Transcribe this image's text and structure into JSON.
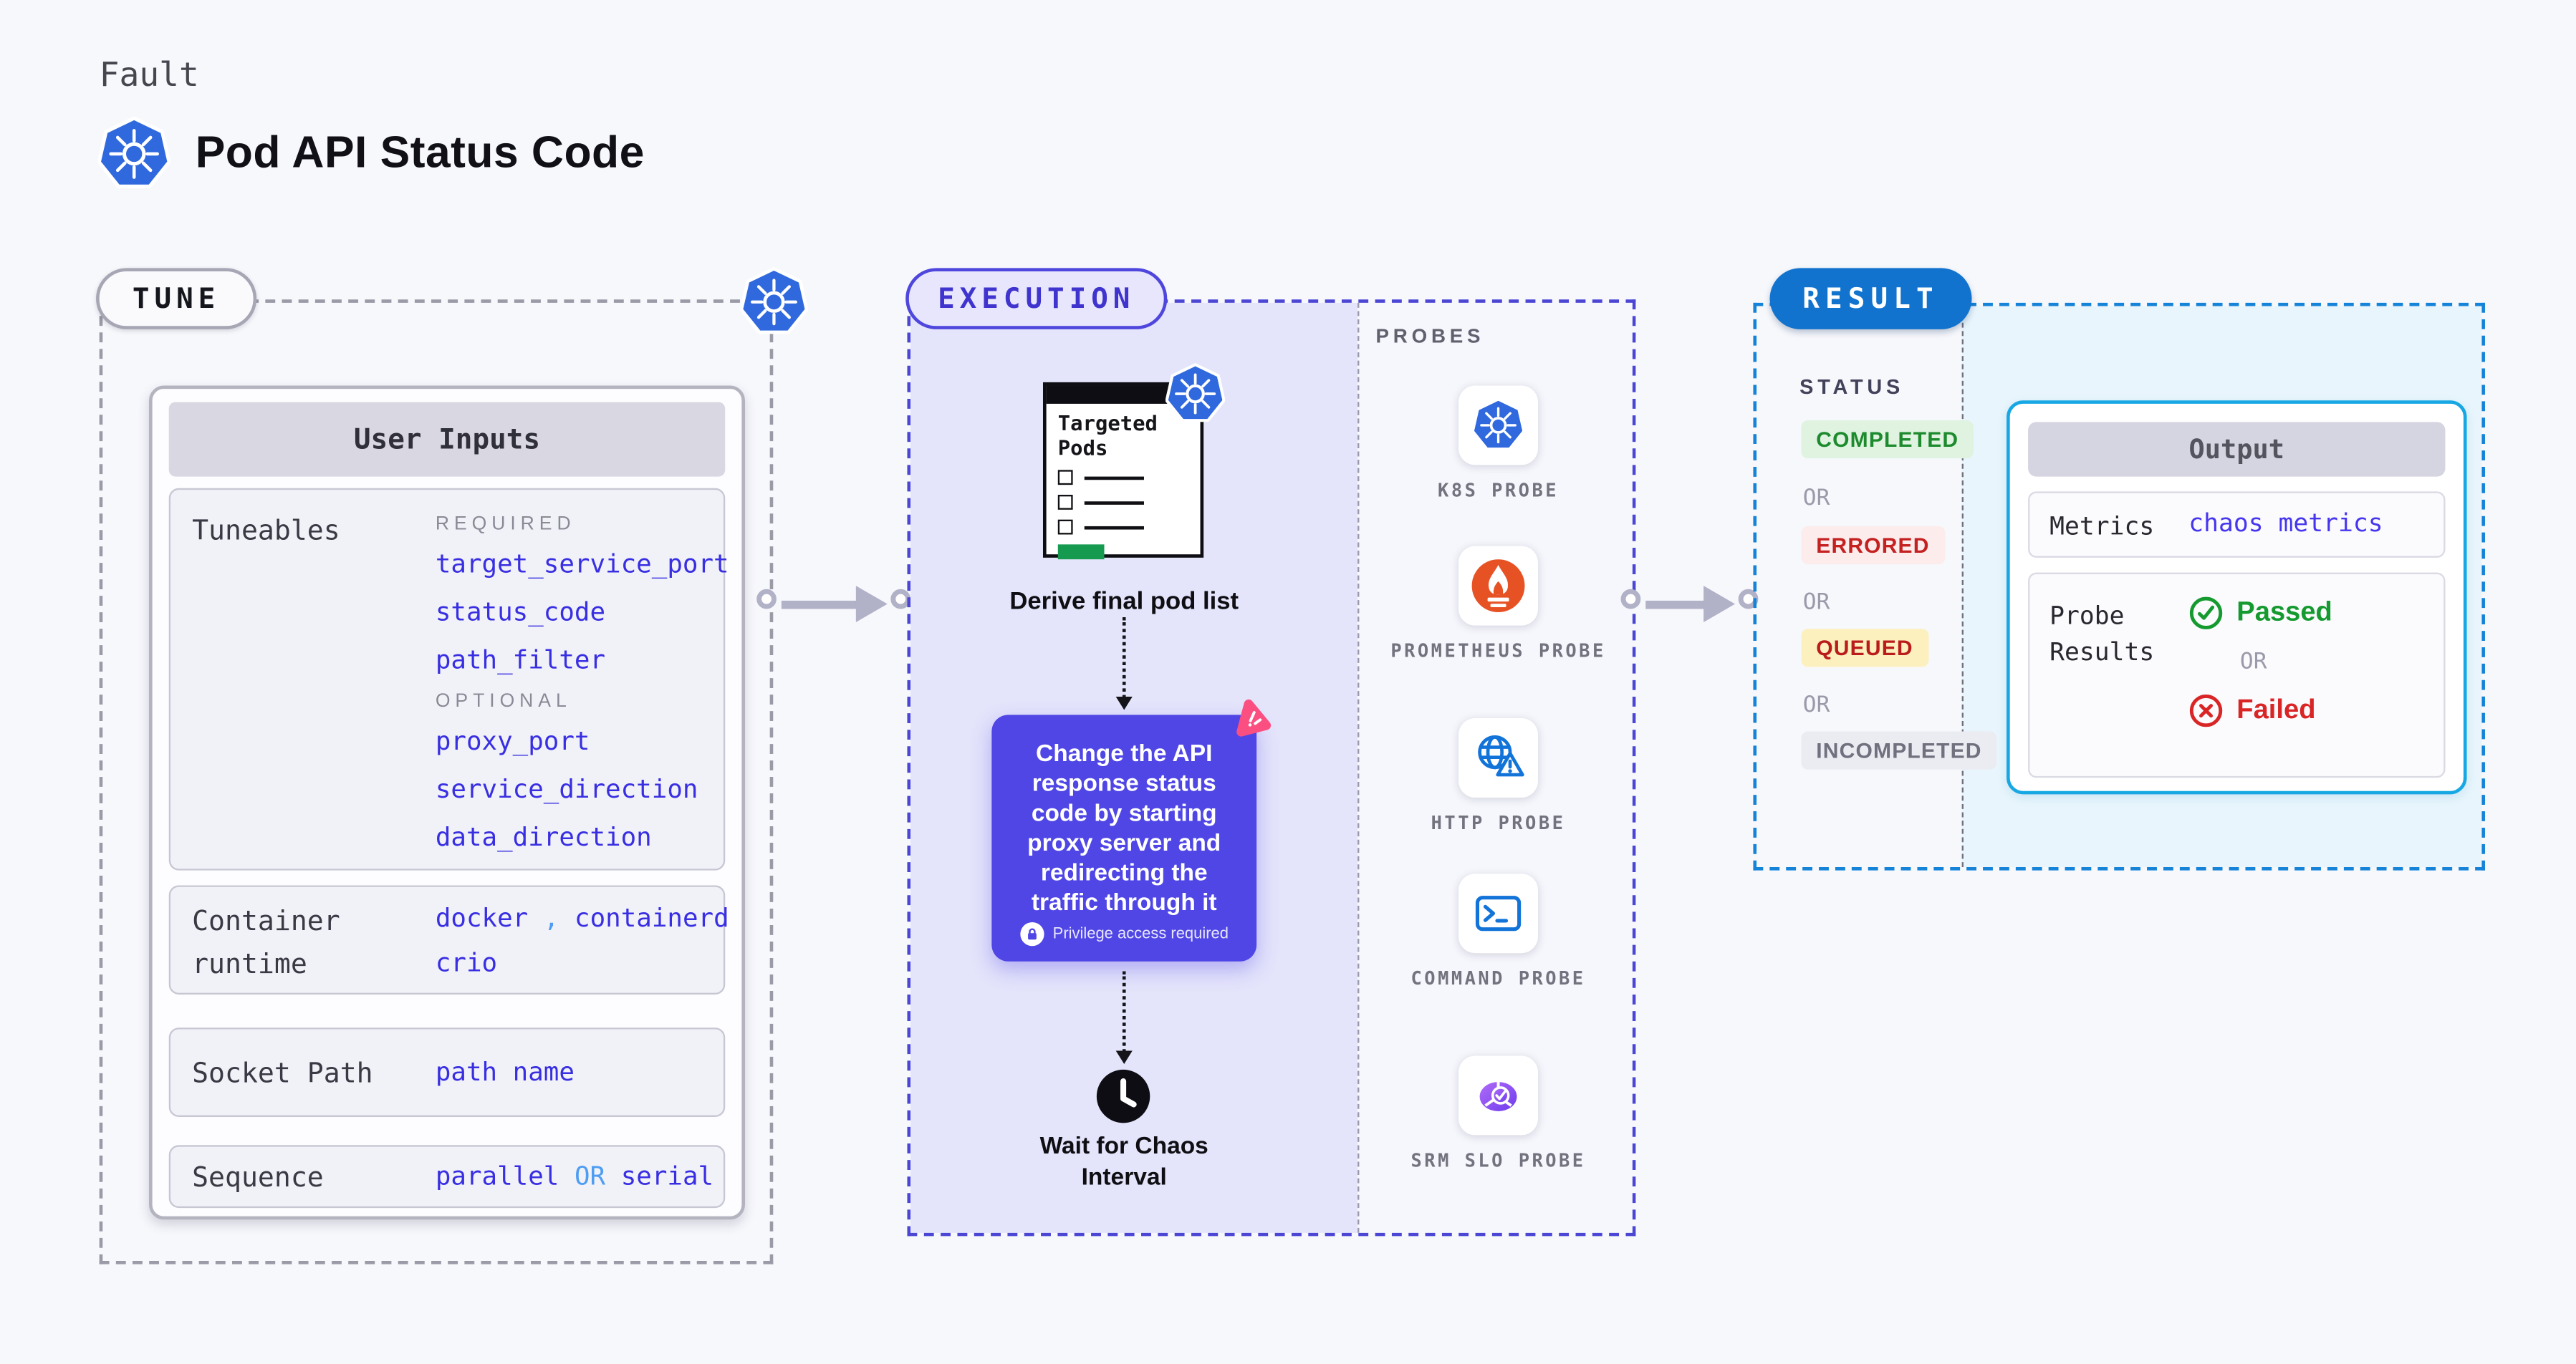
{
  "header": {
    "eyebrow": "Fault",
    "title": "Pod API Status Code"
  },
  "tune": {
    "badge": "TUNE",
    "card_title": "User Inputs",
    "tuneables": {
      "label": "Tuneables",
      "required_label": "REQUIRED",
      "required": [
        "target_service_port",
        "status_code",
        "path_filter"
      ],
      "optional_label": "OPTIONAL",
      "optional": [
        "proxy_port",
        "service_direction",
        "data_direction"
      ]
    },
    "runtime": {
      "label_line1": "Container",
      "label_line2": "runtime",
      "value1": "docker",
      "separator": ",",
      "value2": "containerd",
      "value3": "crio"
    },
    "socket": {
      "label": "Socket Path",
      "value": "path name"
    },
    "sequence": {
      "label": "Sequence",
      "value1": "parallel",
      "or": "OR",
      "value2": "serial"
    }
  },
  "execution": {
    "badge": "EXECUTION",
    "window_title_line1": "Targeted",
    "window_title_line2": "Pods",
    "derive_label": "Derive final pod list",
    "note": "Change the API response status code by starting proxy server and redirecting the traffic through it",
    "privilege": "Privilege access required",
    "wait_line1": "Wait for Chaos",
    "wait_line2": "Interval"
  },
  "probes": {
    "label": "PROBES",
    "items": [
      {
        "name": "K8S PROBE",
        "icon": "kubernetes-icon"
      },
      {
        "name": "PROMETHEUS PROBE",
        "icon": "prometheus-icon"
      },
      {
        "name": "HTTP PROBE",
        "icon": "http-globe-icon"
      },
      {
        "name": "COMMAND PROBE",
        "icon": "terminal-icon"
      },
      {
        "name": "SRM SLO PROBE",
        "icon": "srm-slo-icon"
      }
    ]
  },
  "result": {
    "badge": "RESULT",
    "status_label": "STATUS",
    "or": "OR",
    "statuses": [
      {
        "label": "COMPLETED",
        "bg": "#dff3e0",
        "color": "#1d8a2e"
      },
      {
        "label": "ERRORED",
        "bg": "#fcecec",
        "color": "#c42121"
      },
      {
        "label": "QUEUED",
        "bg": "#fdf0bf",
        "color": "#ba1b1b"
      },
      {
        "label": "INCOMPLETED",
        "bg": "#ebebf2",
        "color": "#70707e"
      }
    ],
    "output": {
      "title": "Output",
      "metrics_label": "Metrics",
      "metrics_value": "chaos metrics",
      "probe_label_line1": "Probe",
      "probe_label_line2": "Results",
      "passed": "Passed",
      "or": "OR",
      "failed": "Failed"
    }
  },
  "colors": {
    "page_bg": "#f7f8fc",
    "accent_indigo": "#4f46e5",
    "execution_bg": "#e4e4fb",
    "execution_border": "#4b46d4",
    "result_border": "#1583d8",
    "result_badge_bg": "#1173cd",
    "output_border": "#17a8e4",
    "value_text": "#392fe2",
    "separator_text": "#4f9df2",
    "arrow": "#b1b1c7",
    "kubernetes_blue": "#3069de",
    "prometheus_orange": "#e75225",
    "chaos_pink": "#fb4f81",
    "passed_green": "#159a2f",
    "failed_red": "#d92525",
    "targeted_green": "#159a50"
  }
}
